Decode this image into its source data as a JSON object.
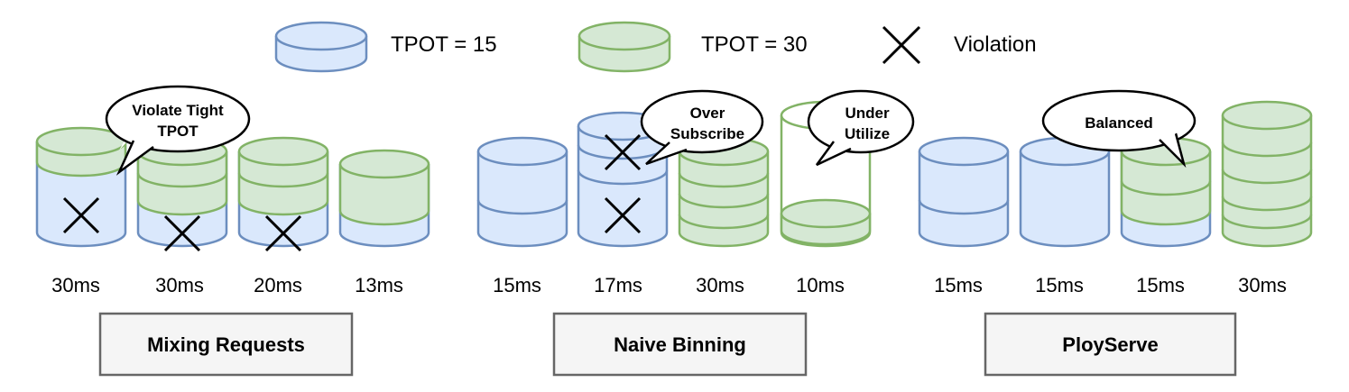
{
  "colors": {
    "blue_fill": "#dae8fc",
    "blue_stroke": "#6c8ebf",
    "green_fill": "#d5e8d4",
    "green_stroke": "#82b366",
    "box_fill": "#f5f5f5",
    "box_stroke": "#666666"
  },
  "legend": [
    {
      "label": "TPOT = 15",
      "kind": "blue"
    },
    {
      "label": "TPOT = 30",
      "kind": "green"
    },
    {
      "label": "Violation",
      "kind": "cross"
    }
  ],
  "groups": [
    {
      "title": "Mixing Requests",
      "cylinders": [
        {
          "time": "30ms",
          "layers": [
            "blue-tall",
            "green"
          ],
          "violations": 1
        },
        {
          "time": "30ms",
          "layers": [
            "blue",
            "green",
            "green"
          ],
          "violations": 1
        },
        {
          "time": "20ms",
          "layers": [
            "blue",
            "green",
            "green"
          ],
          "violations": 1
        },
        {
          "time": "13ms",
          "layers": [
            "blue",
            "green",
            "green"
          ],
          "violations": 0
        }
      ],
      "bubbles": [
        {
          "text": [
            "Violate Tight",
            "TPOT"
          ]
        }
      ]
    },
    {
      "title": "Naive Binning",
      "cylinders": [
        {
          "time": "15ms",
          "layers": [
            "blue",
            "blue"
          ],
          "violations": 0
        },
        {
          "time": "17ms",
          "layers": [
            "blue",
            "blue",
            "blue"
          ],
          "violations": 2
        },
        {
          "time": "30ms",
          "layers": [
            "green",
            "green",
            "green",
            "green"
          ],
          "violations": 0
        },
        {
          "time": "10ms",
          "layers": [
            "green"
          ],
          "violations": 0
        }
      ],
      "bubbles": [
        {
          "text": [
            "Over",
            "Subscribe"
          ]
        },
        {
          "text": [
            "Under",
            "Utilize"
          ]
        }
      ]
    },
    {
      "title": "PloyServe",
      "cylinders": [
        {
          "time": "15ms",
          "layers": [
            "blue",
            "blue"
          ],
          "violations": 0
        },
        {
          "time": "15ms",
          "layers": [
            "blue"
          ],
          "violations": 0
        },
        {
          "time": "15ms",
          "layers": [
            "blue",
            "green",
            "green"
          ],
          "violations": 0
        },
        {
          "time": "30ms",
          "layers": [
            "green",
            "green",
            "green",
            "green"
          ],
          "violations": 0
        }
      ],
      "bubbles": [
        {
          "text": [
            "Balanced"
          ]
        }
      ]
    }
  ]
}
